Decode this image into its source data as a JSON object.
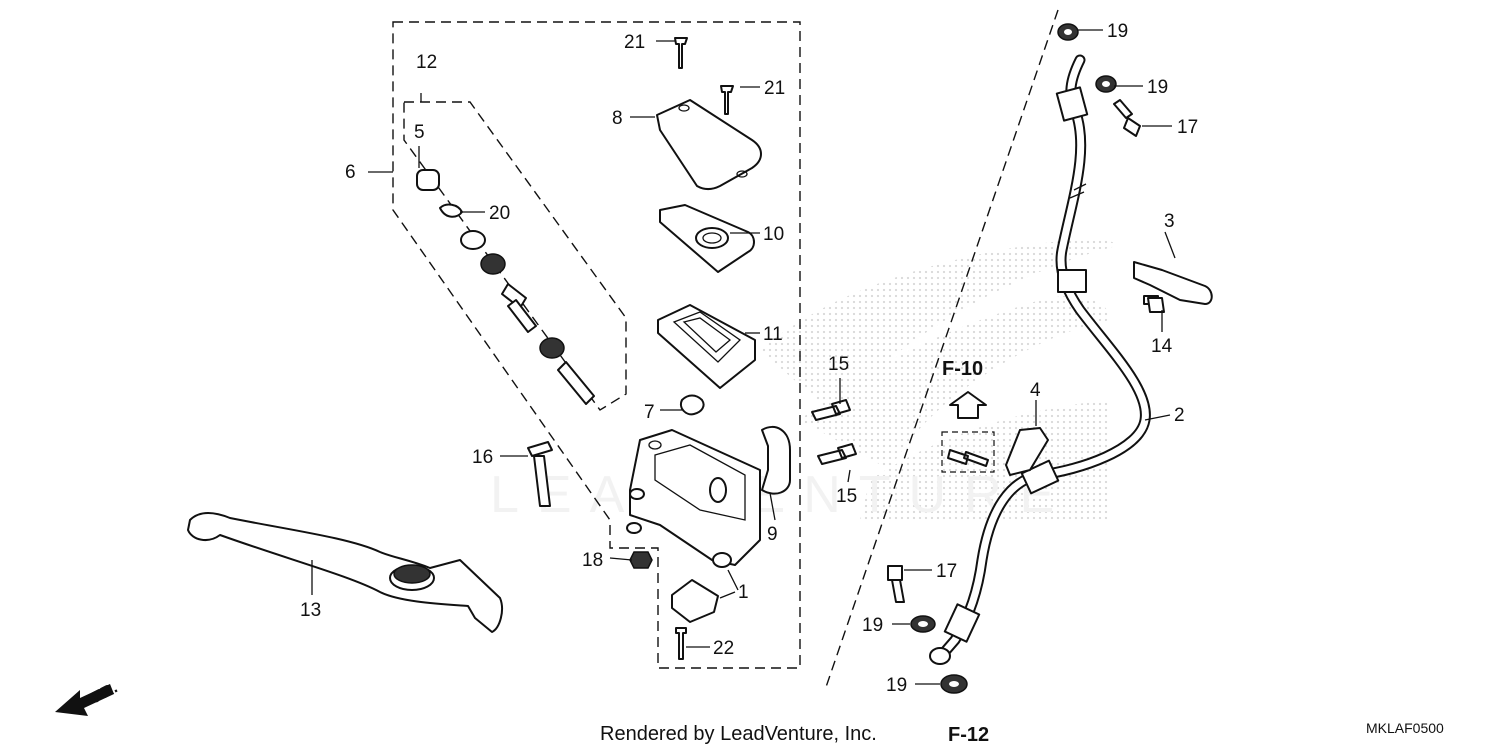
{
  "diagram": {
    "footer": {
      "rendered_by": "Rendered by LeadVenture, Inc.",
      "page_ref": "F-12",
      "diagram_code": "MKLAF0500"
    },
    "ref_arrow_label": "F-10",
    "front_label": "FR.",
    "callouts": {
      "c1": "1",
      "c2": "2",
      "c3": "3",
      "c4": "4",
      "c5": "5",
      "c6": "6",
      "c7": "7",
      "c8": "8",
      "c9": "9",
      "c10": "10",
      "c11": "11",
      "c12": "12",
      "c13": "13",
      "c14": "14",
      "c15a": "15",
      "c15b": "15",
      "c16": "16",
      "c17a": "17",
      "c17b": "17",
      "c18": "18",
      "c19a": "19",
      "c19b": "19",
      "c19c": "19",
      "c19d": "19",
      "c20": "20",
      "c21a": "21",
      "c21b": "21",
      "c22": "22"
    }
  }
}
